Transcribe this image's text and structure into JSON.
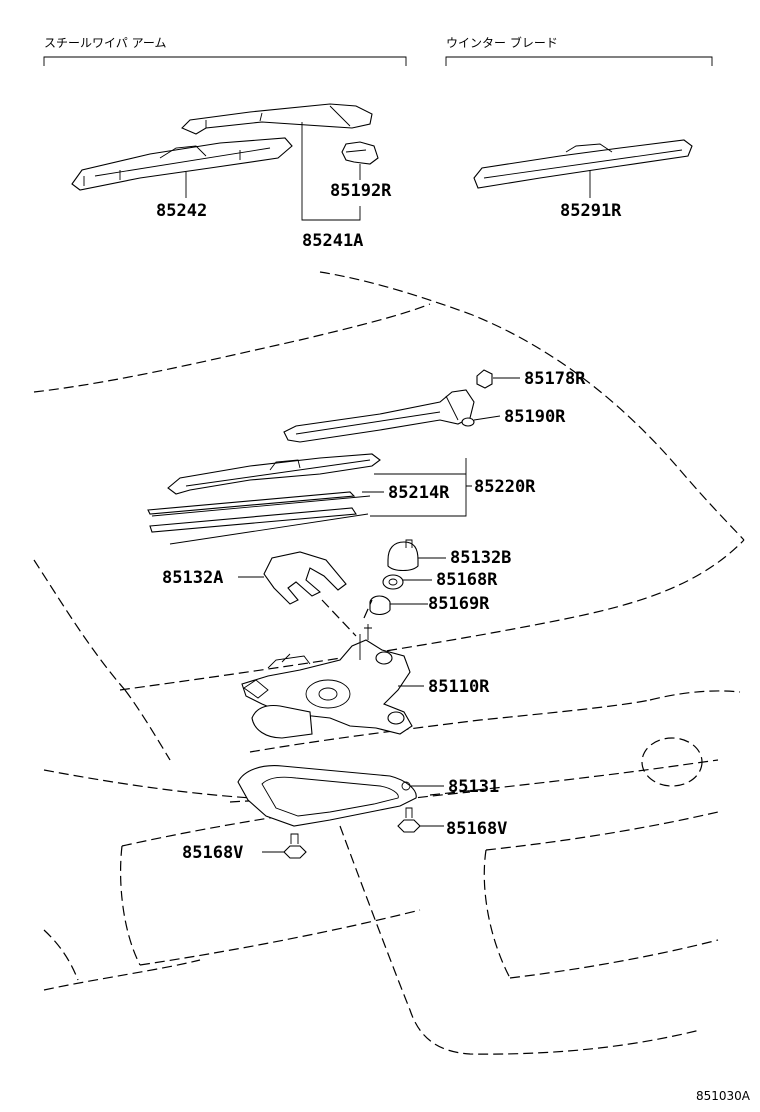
{
  "headers": {
    "steel_wiper_arm": "スチールワイパ アーム",
    "winter_blade": "ウインター ブレード"
  },
  "labels": {
    "p85242": "85242",
    "p85192R": "85192R",
    "p85241A": "85241A",
    "p85291R": "85291R",
    "p85178R": "85178R",
    "p85190R": "85190R",
    "p85214R": "85214R",
    "p85220R": "85220R",
    "p85132B": "85132B",
    "p85168R": "85168R",
    "p85132A": "85132A",
    "p85169R": "85169R",
    "p85110R": "85110R",
    "p85131": "85131",
    "p85168V_right": "85168V",
    "p85168V_left": "85168V"
  },
  "figure_code": "851030A"
}
